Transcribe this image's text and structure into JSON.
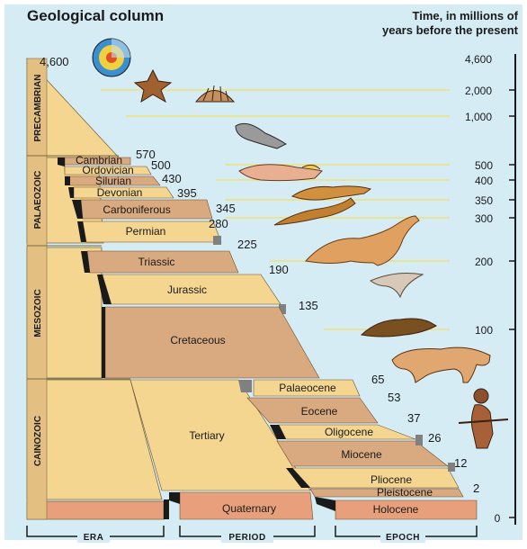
{
  "title": "Geological column",
  "time_heading_line1": "Time, in millions of",
  "time_heading_line2": "years before the present",
  "eras": [
    "PRECAMBRIAN",
    "PALAEOZOIC",
    "MESOZOIC",
    "CAINOZOIC"
  ],
  "periods": {
    "cambrian": "Cambrian",
    "ordovician": "Ordovician",
    "silurian": "Silurian",
    "devonian": "Devonian",
    "carboniferous": "Carboniferous",
    "permian": "Permian",
    "triassic": "Triassic",
    "jurassic": "Jurassic",
    "cretaceous": "Cretaceous",
    "tertiary": "Tertiary",
    "quaternary": "Quaternary"
  },
  "epochs": {
    "palaeocene": "Palaeocene",
    "eocene": "Eocene",
    "oligocene": "Oligocene",
    "miocene": "Miocene",
    "pliocene": "Pliocene",
    "pleistocene": "Pleistocene",
    "holocene": "Holocene"
  },
  "boundary_ages": [
    "4,600",
    "570",
    "500",
    "430",
    "395",
    "345",
    "280",
    "225",
    "190",
    "135",
    "65",
    "53",
    "37",
    "26",
    "12",
    "2"
  ],
  "time_scale": [
    "4,600",
    "2,000",
    "1,000",
    "500",
    "400",
    "350",
    "300",
    "200",
    "100",
    "0"
  ],
  "footer": [
    "ERA",
    "PERIOD",
    "EPOCH"
  ],
  "colors": {
    "background": "#d6ecf5",
    "light_band": "#f5d690",
    "dark_band": "#d9a97f",
    "salmon": "#e8a07c",
    "shadow": "#1a1a1a",
    "guide_line": "#f0e060"
  },
  "illustrations": [
    "earth-cross-section-icon",
    "starfish-fossil-icon",
    "trilobite-shell-icon",
    "armoured-fish-icon",
    "lobe-finned-fish-icon",
    "early-reptile-icon",
    "lizard-icon",
    "sauropod-dinosaur-icon",
    "pterosaur-icon",
    "small-mammal-icon",
    "large-mammal-icon",
    "early-human-icon"
  ]
}
